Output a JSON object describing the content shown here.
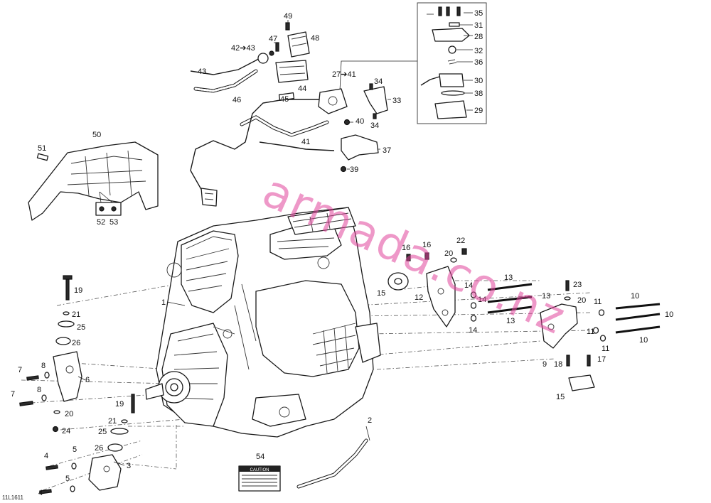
{
  "diagram": {
    "reference_code": "11L1611",
    "watermark": "armada.co.nz",
    "decal_heading": "CAUTION",
    "callouts": [
      {
        "id": "c49",
        "label": "49"
      },
      {
        "id": "c48",
        "label": "48"
      },
      {
        "id": "c47",
        "label": "47"
      },
      {
        "id": "c42",
        "label": "42➔43"
      },
      {
        "id": "c43",
        "label": "43"
      },
      {
        "id": "c44",
        "label": "44"
      },
      {
        "id": "c45",
        "label": "45"
      },
      {
        "id": "c46",
        "label": "46"
      },
      {
        "id": "c27",
        "label": "27➔41"
      },
      {
        "id": "c34a",
        "label": "34"
      },
      {
        "id": "c33",
        "label": "33"
      },
      {
        "id": "c34b",
        "label": "34"
      },
      {
        "id": "c40",
        "label": "40"
      },
      {
        "id": "c41",
        "label": "41"
      },
      {
        "id": "c37",
        "label": "37"
      },
      {
        "id": "c39",
        "label": "39"
      },
      {
        "id": "c35",
        "label": "35"
      },
      {
        "id": "c31",
        "label": "31"
      },
      {
        "id": "c28",
        "label": "28"
      },
      {
        "id": "c32",
        "label": "32"
      },
      {
        "id": "c36",
        "label": "36"
      },
      {
        "id": "c30",
        "label": "30"
      },
      {
        "id": "c38",
        "label": "38"
      },
      {
        "id": "c29",
        "label": "29"
      },
      {
        "id": "c50",
        "label": "50"
      },
      {
        "id": "c51",
        "label": "51"
      },
      {
        "id": "c52",
        "label": "52"
      },
      {
        "id": "c53",
        "label": "53"
      },
      {
        "id": "c1",
        "label": "1"
      },
      {
        "id": "c16a",
        "label": "16"
      },
      {
        "id": "c16b",
        "label": "16"
      },
      {
        "id": "c22",
        "label": "22"
      },
      {
        "id": "c20a",
        "label": "20"
      },
      {
        "id": "c15a",
        "label": "15"
      },
      {
        "id": "c12",
        "label": "12"
      },
      {
        "id": "c13a",
        "label": "13"
      },
      {
        "id": "c13b",
        "label": "13"
      },
      {
        "id": "c13c",
        "label": "13"
      },
      {
        "id": "c14a",
        "label": "14"
      },
      {
        "id": "c14b",
        "label": "14"
      },
      {
        "id": "c14c",
        "label": "14"
      },
      {
        "id": "c23",
        "label": "23"
      },
      {
        "id": "c20b",
        "label": "20"
      },
      {
        "id": "c11a",
        "label": "11"
      },
      {
        "id": "c11b",
        "label": "11"
      },
      {
        "id": "c11c",
        "label": "11"
      },
      {
        "id": "c10a",
        "label": "10"
      },
      {
        "id": "c10b",
        "label": "10"
      },
      {
        "id": "c10c",
        "label": "10"
      },
      {
        "id": "c9",
        "label": "9"
      },
      {
        "id": "c18",
        "label": "18"
      },
      {
        "id": "c17",
        "label": "17"
      },
      {
        "id": "c15b",
        "label": "15"
      },
      {
        "id": "c19a",
        "label": "19"
      },
      {
        "id": "c21a",
        "label": "21"
      },
      {
        "id": "c25a",
        "label": "25"
      },
      {
        "id": "c26a",
        "label": "26"
      },
      {
        "id": "c7a",
        "label": "7"
      },
      {
        "id": "c8a",
        "label": "8"
      },
      {
        "id": "c6",
        "label": "6"
      },
      {
        "id": "c7b",
        "label": "7"
      },
      {
        "id": "c8b",
        "label": "8"
      },
      {
        "id": "c20c",
        "label": "20"
      },
      {
        "id": "c24",
        "label": "24"
      },
      {
        "id": "c19b",
        "label": "19"
      },
      {
        "id": "c21b",
        "label": "21"
      },
      {
        "id": "c25b",
        "label": "25"
      },
      {
        "id": "c26b",
        "label": "26"
      },
      {
        "id": "c3",
        "label": "3"
      },
      {
        "id": "c4a",
        "label": "4"
      },
      {
        "id": "c5a",
        "label": "5"
      },
      {
        "id": "c5b",
        "label": "5"
      },
      {
        "id": "c4b",
        "label": "4"
      },
      {
        "id": "c54",
        "label": "54"
      },
      {
        "id": "c2",
        "label": "2"
      }
    ]
  }
}
